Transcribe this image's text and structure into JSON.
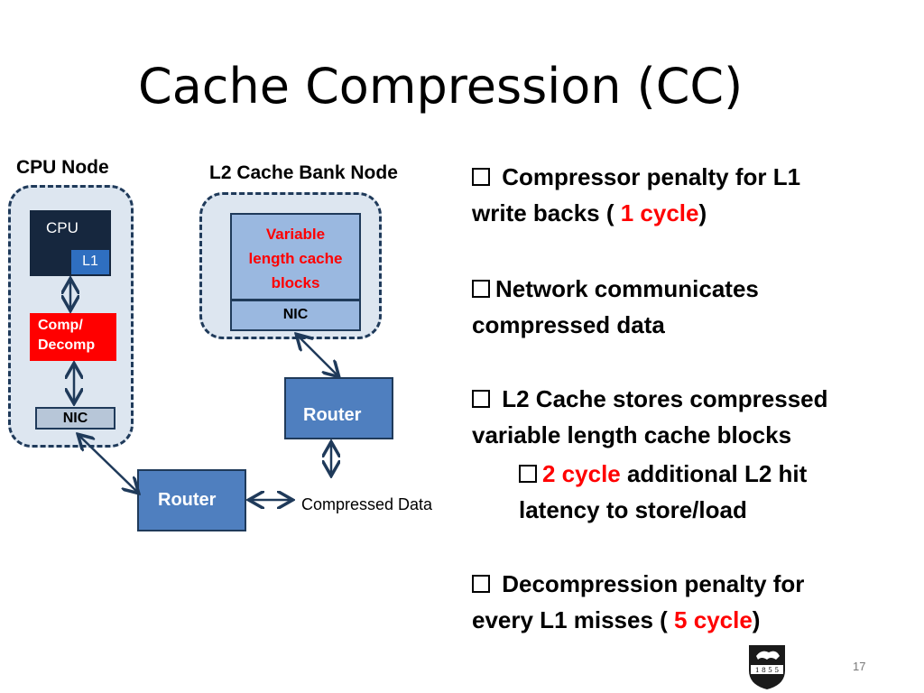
{
  "title": "Cache Compression (CC)",
  "cpu_node": {
    "label": "CPU Node",
    "cpu": "CPU",
    "l1": "L1",
    "comp": "Comp/",
    "decomp": "Decomp",
    "nic": "NIC"
  },
  "l2_node": {
    "label": "L2 Cache Bank Node",
    "blocks_lines": [
      "Variable",
      "length cache",
      "blocks"
    ],
    "nic": "NIC"
  },
  "router_left": "Router",
  "router_right": "Router",
  "compressed_data": "Compressed Data",
  "bullets": {
    "b1": {
      "pre": "Compressor penalty for L1",
      "pre2": "write backs ( ",
      "red": "1 cycle",
      "post": ")"
    },
    "b2": {
      "line1": "Network communicates",
      "line2": "compressed data"
    },
    "b3": {
      "line1": "L2 Cache stores compressed",
      "line2": "variable length cache blocks"
    },
    "b3sub": {
      "red": "2 cycle",
      "post": " additional L2 hit",
      "line2": "latency to store/load"
    },
    "b4": {
      "line1": "Decompression penalty for",
      "pre2": "every L1 misses ( ",
      "red": "5 cycle",
      "post": ")"
    }
  },
  "page_number": "17",
  "colors": {
    "accent_red": "#ff0000",
    "router_blue": "#4f7fbf",
    "dark_navy": "#16273e"
  },
  "logo": {
    "digits": "1 8 5 5"
  }
}
